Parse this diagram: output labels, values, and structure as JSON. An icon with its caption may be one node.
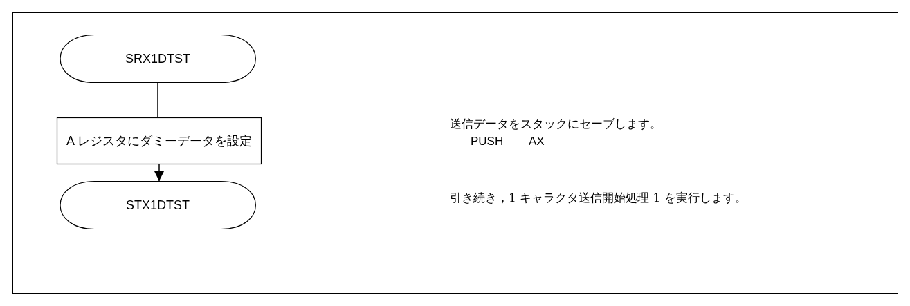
{
  "diagram": {
    "nodes": [
      {
        "text": [
          "SRX1DTST"
        ]
      },
      {
        "text": [
          "A レジスタにダミーデータを設定"
        ]
      },
      {
        "text": [
          "STX1DTST"
        ]
      }
    ],
    "edges": [
      {
        "from": 0,
        "to": 1,
        "arrow": "none"
      },
      {
        "from": 1,
        "to": 2,
        "arrow": "to"
      }
    ],
    "labels": [
      "送信データをスタックにセーブします。",
      "PUSH",
      "AX",
      "引き続き，1 キャラクタ送信開始処理 1 を実行します。"
    ]
  }
}
